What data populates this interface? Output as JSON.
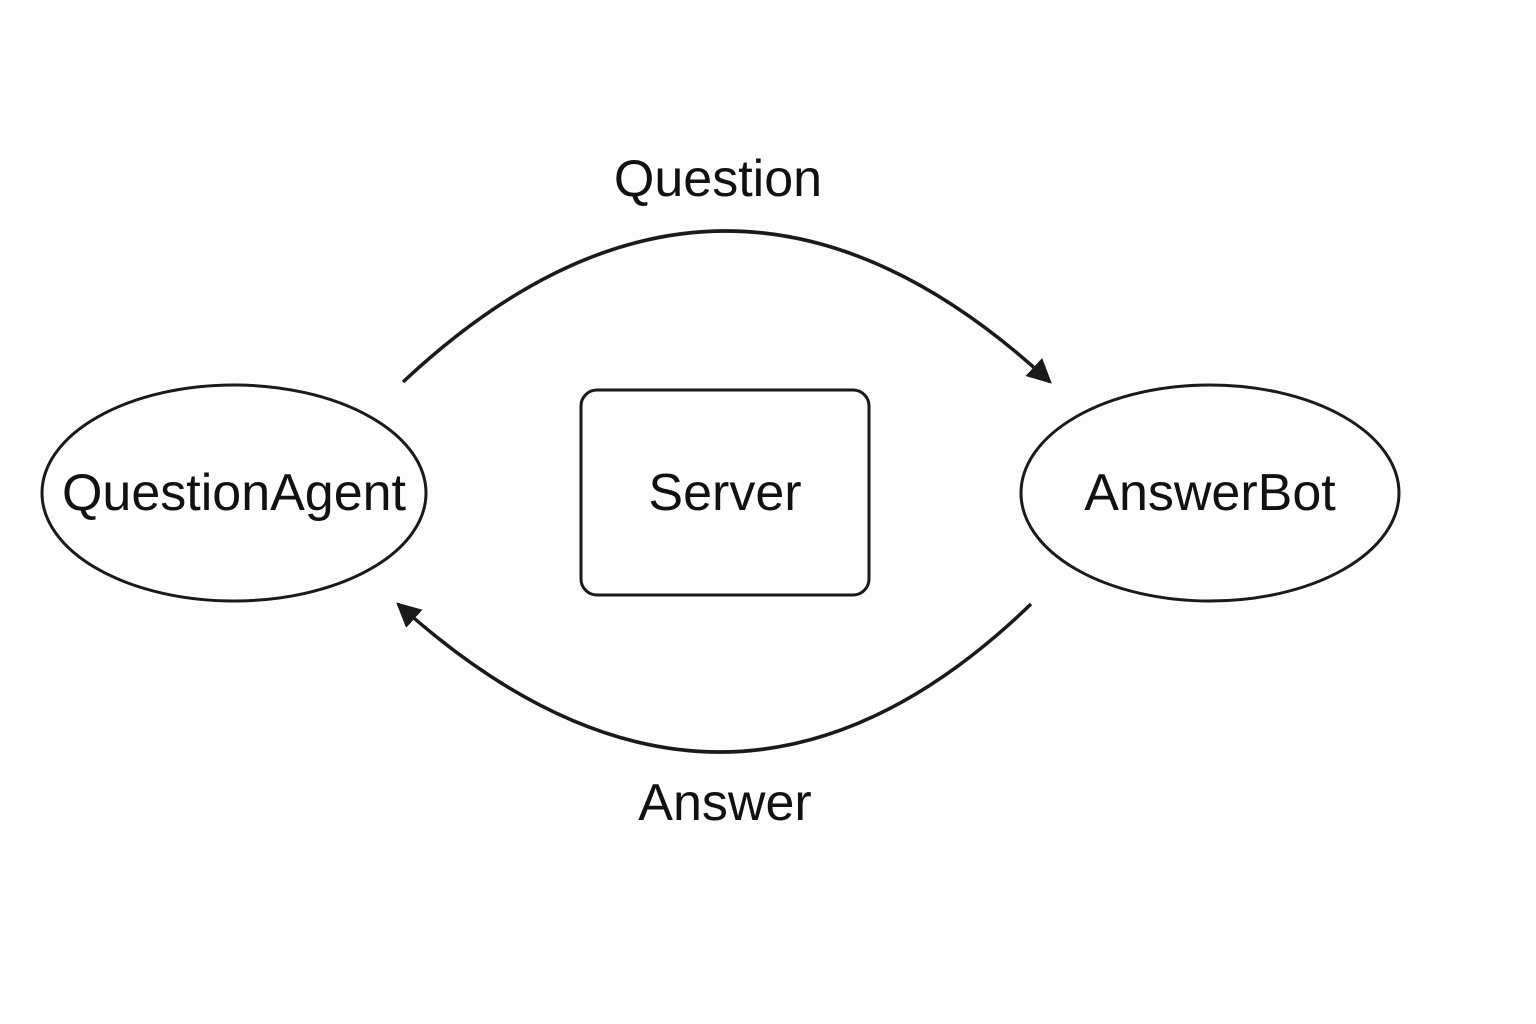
{
  "diagram": {
    "nodes": [
      {
        "id": "question-agent",
        "label": "QuestionAgent",
        "shape": "ellipse"
      },
      {
        "id": "server",
        "label": "Server",
        "shape": "rounded-rectangle"
      },
      {
        "id": "answer-bot",
        "label": "AnswerBot",
        "shape": "ellipse"
      }
    ],
    "edges": [
      {
        "from": "question-agent",
        "to": "answer-bot",
        "label": "Question"
      },
      {
        "from": "answer-bot",
        "to": "question-agent",
        "label": "Answer"
      }
    ],
    "colors": {
      "stroke": "#1a1a1a",
      "text": "#111111",
      "background": "#fdfdfd"
    }
  }
}
